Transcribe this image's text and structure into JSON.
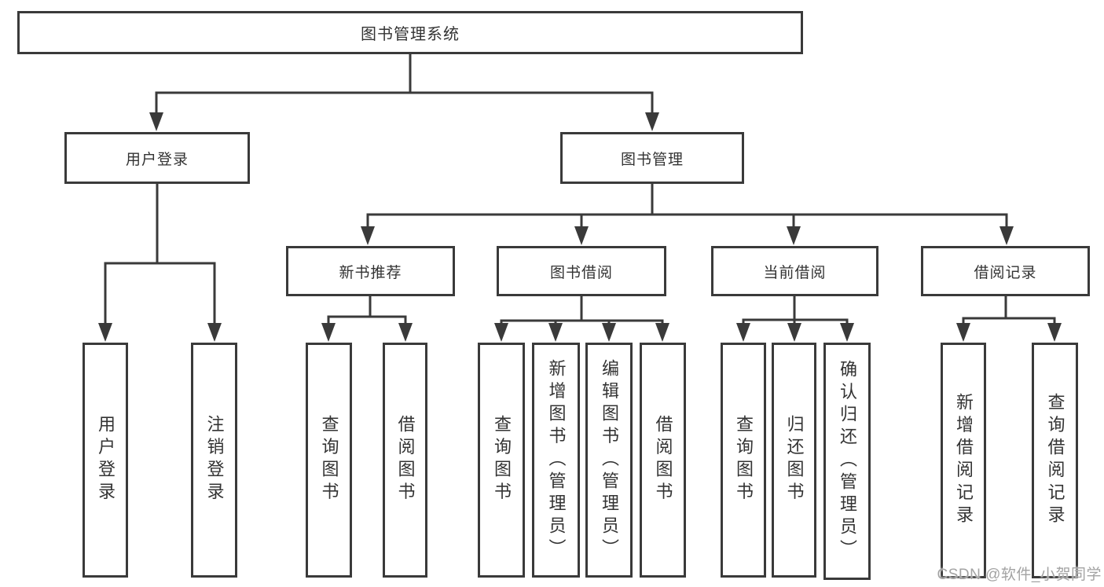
{
  "diagram_type": "hierarchy-tree",
  "colors": {
    "line": "#3a3a3a",
    "box_border": "#3a3a3a",
    "text": "#333333",
    "background": "#ffffff",
    "watermark": "#a3a3a3"
  },
  "tree": {
    "label": "图书管理系统",
    "children": [
      {
        "label": "用户登录",
        "children": [
          {
            "label": "用户登录"
          },
          {
            "label": "注销登录"
          }
        ]
      },
      {
        "label": "图书管理",
        "children": [
          {
            "label": "新书推荐",
            "children": [
              {
                "label": "查询图书"
              },
              {
                "label": "借阅图书"
              }
            ]
          },
          {
            "label": "图书借阅",
            "children": [
              {
                "label": "查询图书"
              },
              {
                "label": "新增图书（管理员）"
              },
              {
                "label": "编辑图书（管理员）"
              },
              {
                "label": "借阅图书"
              }
            ]
          },
          {
            "label": "当前借阅",
            "children": [
              {
                "label": "查询图书"
              },
              {
                "label": "归还图书"
              },
              {
                "label": "确认归还（管理员）"
              }
            ]
          },
          {
            "label": "借阅记录",
            "children": [
              {
                "label": "新增借阅记录"
              },
              {
                "label": "查询借阅记录"
              }
            ]
          }
        ]
      }
    ]
  },
  "watermark": {
    "text": "CSDN @软件_小贺同学"
  }
}
